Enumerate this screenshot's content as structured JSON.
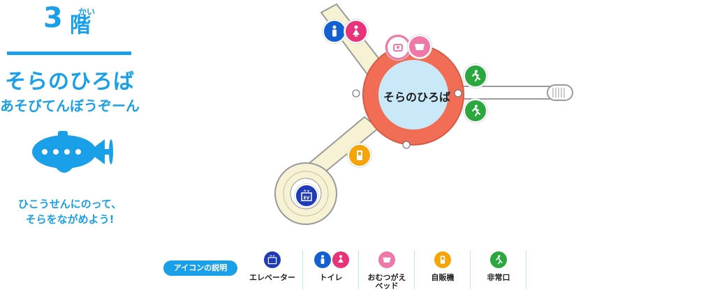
{
  "floor": {
    "number": "3",
    "reading": "かい",
    "kanji": "階"
  },
  "area": {
    "name": "そらのひろば",
    "subtitle": "あそびてんぼうぞーん",
    "caption_line1": "ひこうせんにのって、",
    "caption_line2": "そらをながめよう!"
  },
  "map": {
    "plaza_label": "そらのひろば",
    "elevator_label": "EV"
  },
  "legend": {
    "title": "アイコンの説明",
    "items": [
      {
        "icon": "elevator-icon",
        "label": "エレベーター"
      },
      {
        "icon": "toilet-icon",
        "label": "トイレ"
      },
      {
        "icon": "diaper-changing-icon",
        "label_line1": "おむつがえ",
        "label_line2": "ベッド"
      },
      {
        "icon": "vending-machine-icon",
        "label": "自販機"
      },
      {
        "icon": "emergency-exit-icon",
        "label": "非常口"
      }
    ]
  },
  "colors": {
    "accent": "#1aa0e8",
    "plaza_ring": "#f26d55",
    "plaza_inner": "#c9e9f8",
    "corridor": "#f8f2d4",
    "elevator": "#1f3bb8",
    "toilet_men": "#1460d0",
    "toilet_women": "#e8327a",
    "diaper": "#ee78a8",
    "vending": "#f5a50a",
    "exit": "#2aa83e"
  }
}
